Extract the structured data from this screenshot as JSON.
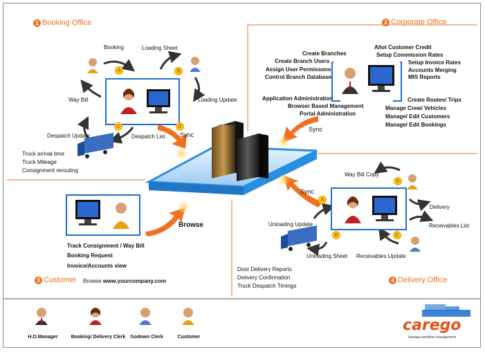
{
  "sections": {
    "booking": {
      "number": "1",
      "title": "Booking Office"
    },
    "corporate": {
      "number": "2",
      "title": "Corporate Office"
    },
    "customer": {
      "number": "3",
      "title": "Customer"
    },
    "delivery": {
      "number": "4",
      "title": "Delivery Office"
    }
  },
  "booking": {
    "booking": "Booking",
    "loading_sheet": "Loading Sheet",
    "loading_update": "Loading Update",
    "way_bill": "Way Bill",
    "despatch_update": "Despatch Update",
    "despatch_list": "Despatch List",
    "sync": "Sync",
    "notes": [
      "Truck arrival time",
      "Truck Mileage",
      "Consignment rerouting"
    ],
    "badges": [
      "A",
      "B",
      "C",
      "D"
    ]
  },
  "corporate": {
    "left": [
      "Create Branches",
      "Create Branch Users",
      "Assign User Permissons",
      "Control Branch Database"
    ],
    "right": [
      "Allot Customer Credit",
      "Setup Commission Rates",
      "Setup Invoice Rates",
      "Accounts Merging",
      "MIS Reports"
    ],
    "lower_left": [
      "Application Administration",
      "Browser Based Management",
      "Portal Administration"
    ],
    "lower_right": [
      "Create Routes/ Trips",
      "Manage Crew/ Vehicles",
      "Manage/ Edit Customers",
      "Manage/ Edit Bookings"
    ],
    "sync": "Sync"
  },
  "customer": {
    "browse": "Browse",
    "items": [
      "Track Consignment / Way Bill",
      "Booking Request",
      "Invoice/Accounts view"
    ],
    "browse_prefix": "Browse",
    "url": "www.yourcompany.com"
  },
  "delivery": {
    "way_bill_copy": "Way Bill Copy",
    "delivery": "Delivery",
    "receivables_list": "Receivables List",
    "receivables_update": "Receivables Update",
    "unloading_sheet": "Unloading Sheet",
    "unloading_update": "Unloading Update",
    "sync": "Sync",
    "notes": [
      "Door Delivery Reports",
      "Deiivery Confirmation",
      "Truck Despatch Timings"
    ],
    "badges": [
      "A",
      "B",
      "C",
      "D"
    ]
  },
  "legend": [
    {
      "label": "H.O.Manager",
      "icon": "manager-icon"
    },
    {
      "label": "Booking/ Delivery Clerk",
      "icon": "clerk-icon"
    },
    {
      "label": "Godown Clerk",
      "icon": "godown-clerk-icon"
    },
    {
      "label": "Customer",
      "icon": "customer-icon"
    }
  ],
  "logo": {
    "name": "carego",
    "tagline": "haulage workflow management"
  },
  "colors": {
    "accent": "#f07020",
    "panel_border": "#1c6fd0",
    "platform": "#2a8ee0",
    "badge": "#f8c81a"
  }
}
